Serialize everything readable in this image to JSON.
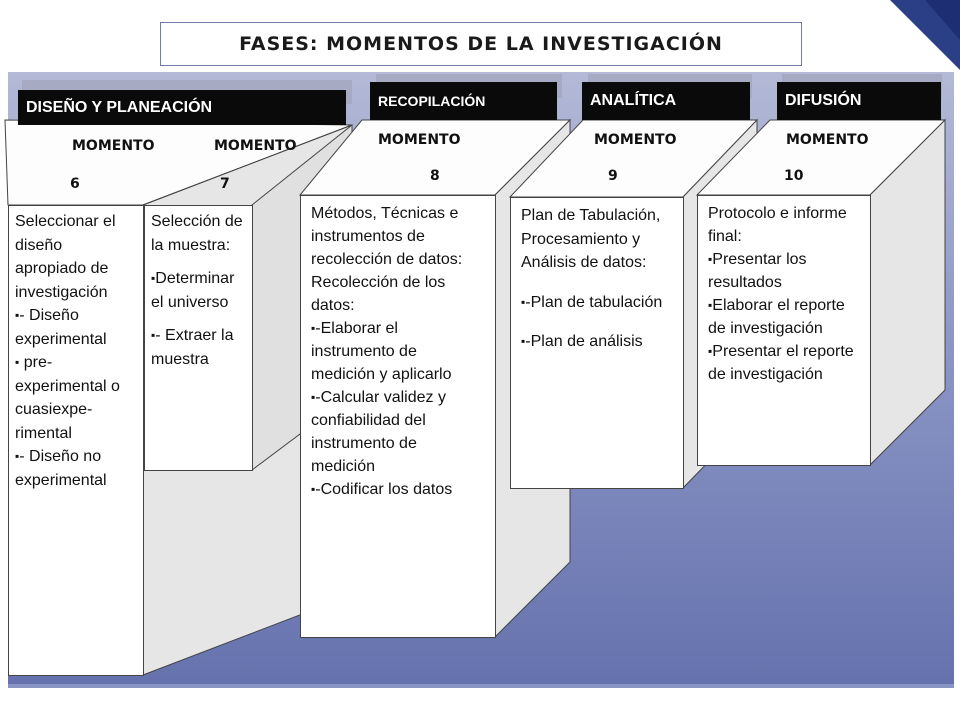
{
  "title": "FASES: MOMENTOS DE LA INVESTIGACIÓN",
  "phases": [
    {
      "label": "DISEÑO Y PLANEACIÓN"
    },
    {
      "label": "RECOPILACIÓN"
    },
    {
      "label": "ANALÍTICA"
    },
    {
      "label": "DIFUSIÓN"
    }
  ],
  "moments": [
    {
      "word": "MOMENTO",
      "number": "6"
    },
    {
      "word": "MOMENTO",
      "number": "7"
    },
    {
      "word": "MOMENTO",
      "number": "8"
    },
    {
      "word": "MOMENTO",
      "number": "9"
    },
    {
      "word": "MOMENTO",
      "number": "10"
    }
  ],
  "bullet_glyph": "▪",
  "boxes": [
    {
      "lines": [
        "Seleccionar el diseño apropiado de investigación"
      ],
      "bullets": [
        "- Diseño experimental",
        " pre-experimental o cuasiexpe-rimental",
        "- Diseño no experimental"
      ]
    },
    {
      "lines": [
        "Selección de la muestra:"
      ],
      "bullets": [
        "Determinar el universo",
        "- Extraer la muestra"
      ]
    },
    {
      "lines": [
        "Métodos, Técnicas e instrumentos de recolección de datos:",
        "Recolección de los datos:"
      ],
      "bullets": [
        "-Elaborar el instrumento de medición y aplicarlo",
        "-Calcular validez y confiabilidad del instrumento de medición",
        "-Codificar los datos"
      ]
    },
    {
      "lines": [
        "Plan de Tabulación, Procesamiento y  Análisis de datos:"
      ],
      "bullets": [
        "-Plan de tabulación",
        "-Plan de análisis"
      ]
    },
    {
      "lines": [
        "Protocolo e informe final:"
      ],
      "bullets": [
        "Presentar los resultados",
        "Elaborar el reporte de investigación",
        "Presentar el reporte de investigación"
      ]
    }
  ]
}
